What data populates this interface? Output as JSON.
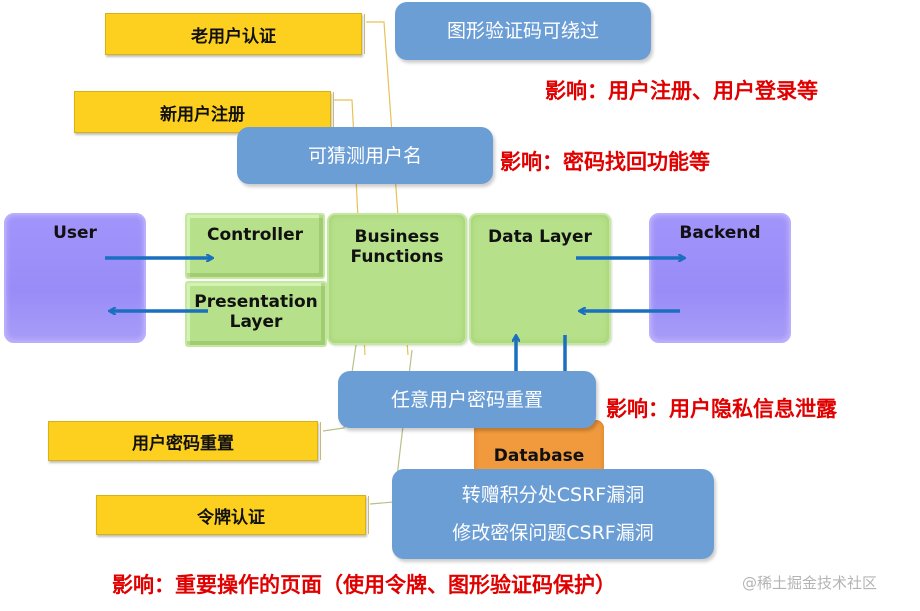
{
  "categories": [
    {
      "id": "old-user-auth",
      "label": "老用户认证"
    },
    {
      "id": "new-user-register",
      "label": "新用户注册"
    },
    {
      "id": "password-reset",
      "label": "用户密码重置"
    },
    {
      "id": "token-auth",
      "label": "令牌认证"
    }
  ],
  "vulnerabilities": {
    "captcha_bypass": "图形验证码可绕过",
    "guessable_username": "可猜测用户名",
    "arbitrary_password_reset": "任意用户密码重置",
    "csrf_lines": [
      "转赠积分处CSRF漏洞",
      "修改密保问题CSRF漏洞"
    ]
  },
  "impacts": {
    "captcha": "影响：用户注册、用户登录等",
    "username": "影响：密码找回功能等",
    "reset": "影响：用户隐私信息泄露",
    "csrf": "影响：重要操作的页面（使用令牌、图形验证码保护）"
  },
  "architecture": {
    "user": "User",
    "controller": "Controller",
    "presentation": [
      "Presentation",
      "Layer"
    ],
    "business": [
      "Business",
      "Functions"
    ],
    "data_layer": "Data Layer",
    "backend": "Backend",
    "database": "Database"
  },
  "colors": {
    "category": "#fdd01f",
    "vulnerability": "#6c9ed6",
    "impact": "#e00000",
    "actor": "#9d90f9",
    "layer": "#b6e089",
    "database": "#f0993d",
    "arrow": "#1a6fbf"
  },
  "watermark": "@稀土掘金技术社区"
}
